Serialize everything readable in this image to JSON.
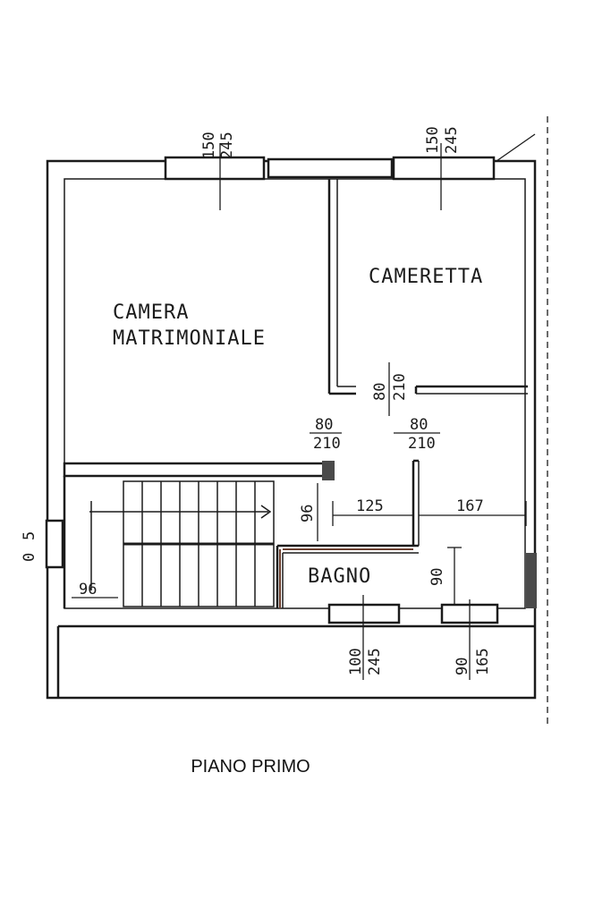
{
  "plan": {
    "rooms": {
      "camera_line1": "CAMERA",
      "camera_line2": "MATRIMONIALE",
      "cameretta": "CAMERETTA",
      "bagno": "BAGNO"
    },
    "dimensions": {
      "window_left_w": "150",
      "window_left_h": "245",
      "window_right_w": "150",
      "window_right_h": "245",
      "door_cameretta_w": "80",
      "door_cameretta_h": "210",
      "door_camera_w": "80",
      "door_camera_h": "210",
      "door_bagno_w": "80",
      "door_bagno_h": "210",
      "stair_vertical": "96",
      "hall_width": "125",
      "bagno_width": "167",
      "bagno_depth": "90",
      "stair_bottom": "96",
      "window_bottom_left_w": "100",
      "window_bottom_left_h": "245",
      "window_bottom_right_w": "90",
      "window_bottom_right_h": "165",
      "side_top": "5",
      "side_bottom": "0"
    },
    "caption": "PIANO PRIMO"
  },
  "colors": {
    "line": "#1b1b1b",
    "wall_hatch": "#6a3e2e"
  }
}
